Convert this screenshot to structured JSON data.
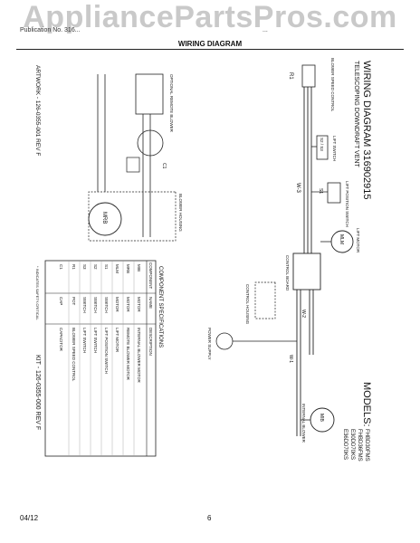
{
  "watermark": "AppliancePartsPros.com",
  "header": {
    "left": "Publication No. 316...",
    "right": "...",
    "section_title": "WIRING DIAGRAM"
  },
  "diagram": {
    "title": "WIRING DIAGRAM  316902915",
    "subtitle": "TELESCOPING DOWNDRAFT VENT",
    "models_heading": "MODELS:",
    "models": [
      "FHBD30FMS",
      "FHBD36FMS",
      "E30DD70KS",
      "E36DD70KS"
    ],
    "labels": {
      "blower_speed_control": "BLOWER SPEED CONTROL",
      "r1": "R1",
      "lift_switch": "LIFT SWITCH",
      "s2s3": "S2 / S3",
      "lift_motor": "LIFT MOTOR",
      "mlm": "MLM",
      "lift_position_switch": "LIFT POSITION SWITCH",
      "s1": "S1",
      "w3": "W-3",
      "w2": "W-2",
      "w1": "W-1",
      "control_board": "CONTROL BOARD",
      "control_housing": "CONTROL HOUSING",
      "mib": "MIB",
      "internal_blower": "INTERNAL BLOWER",
      "mrb": "MRB",
      "optional_remote_blower": "OPTIONAL REMOTE BLOWER",
      "blower_housing": "BLOWER HOUSING",
      "c1": "C1",
      "power_supply": "POWER SUPPLY"
    },
    "spec": {
      "title": "COMPONENT SPECIFICATIONS",
      "columns": [
        "COMPONENT",
        "NAME",
        "DESCRIPTION"
      ],
      "rows": [
        [
          "MIB",
          "MOTOR",
          "INTERNAL BLOWER MOTOR"
        ],
        [
          "MRB",
          "MOTOR",
          "REMOTE BLOWER MOTOR"
        ],
        [
          "MLM",
          "MOTOR",
          "LIFT MOTOR"
        ],
        [
          "S1",
          "SWITCH",
          "LIFT POSITION SWITCH"
        ],
        [
          "S2",
          "SWITCH",
          "LIFT SWITCH"
        ],
        [
          "S3",
          "SWITCH",
          "LIFT SWITCH"
        ],
        [
          "R1",
          "POT",
          "BLOWER SPEED CONTROL"
        ],
        [
          "C1",
          "CAP",
          "CAPACITOR"
        ]
      ],
      "footer": "KIT - 126-0355-000   REV F"
    },
    "artwork": "ARTWORK - 126-0355-001   REV F",
    "note": "* INDICATES SAFETY-CRITICAL"
  },
  "footer": {
    "date": "04/12",
    "page": "6"
  }
}
